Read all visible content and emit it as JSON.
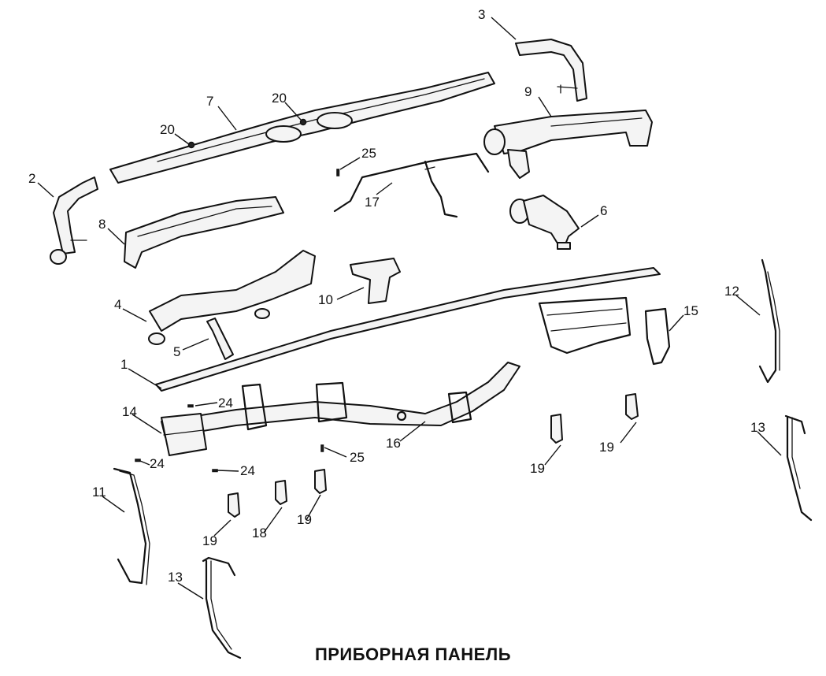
{
  "title": "ПРИБОРНАЯ ПАНЕЛЬ",
  "callouts": {
    "c1": "1",
    "c2": "2",
    "c3": "3",
    "c4": "4",
    "c5": "5",
    "c6": "6",
    "c7": "7",
    "c8": "8",
    "c9": "9",
    "c10": "10",
    "c11": "11",
    "c12": "12",
    "c13a": "13",
    "c13b": "13",
    "c14": "14",
    "c15": "15",
    "c16": "16",
    "c17": "17",
    "c18": "18",
    "c19a": "19",
    "c19b": "19",
    "c19c": "19",
    "c19d": "19",
    "c20a": "20",
    "c20b": "20",
    "c24a": "24",
    "c24b": "24",
    "c24c": "24",
    "c25a": "25",
    "c25b": "25"
  }
}
